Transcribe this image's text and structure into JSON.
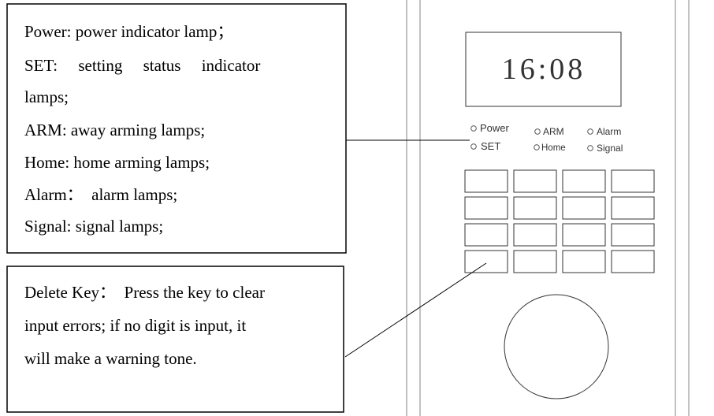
{
  "lamp_box": {
    "lines": [
      "Power: power indicator lamp；",
      "SET:     setting     status     indicator",
      "lamps;",
      "ARM: away arming lamps;",
      "Home: home arming lamps;",
      "Alarm：  alarm lamps;",
      "Signal: signal lamps;"
    ]
  },
  "delete_box": {
    "lines": [
      "Delete Key：  Press the key to clear",
      "input errors; if no digit is input, it",
      "will make a warning tone."
    ]
  },
  "device": {
    "display_time": "16:08",
    "indicators": {
      "power": "Power",
      "set": "SET",
      "arm": "ARM",
      "home": "Home",
      "alarm": "Alarm",
      "signal": "Signal"
    },
    "keypad": {
      "rows": 4,
      "cols": 4
    }
  }
}
